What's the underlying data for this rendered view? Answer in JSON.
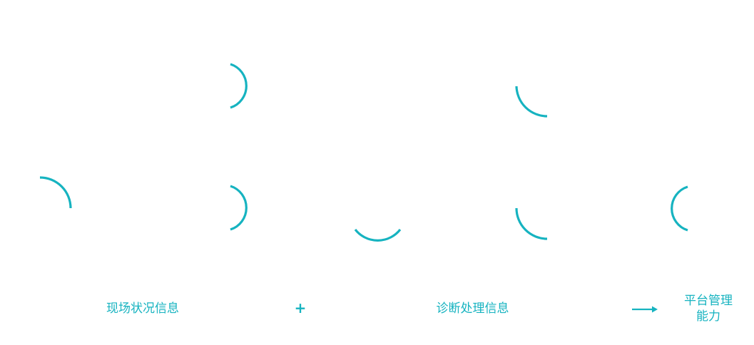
{
  "colors": {
    "accent": "#16b3c0"
  },
  "labels": {
    "scene_info": "现场状况信息",
    "plus": "+",
    "diagnosis_info": "诊断处理信息",
    "result_line1": "平台管理",
    "result_line2": "能力"
  },
  "icons": {
    "arrow": "arrow-right-icon"
  }
}
